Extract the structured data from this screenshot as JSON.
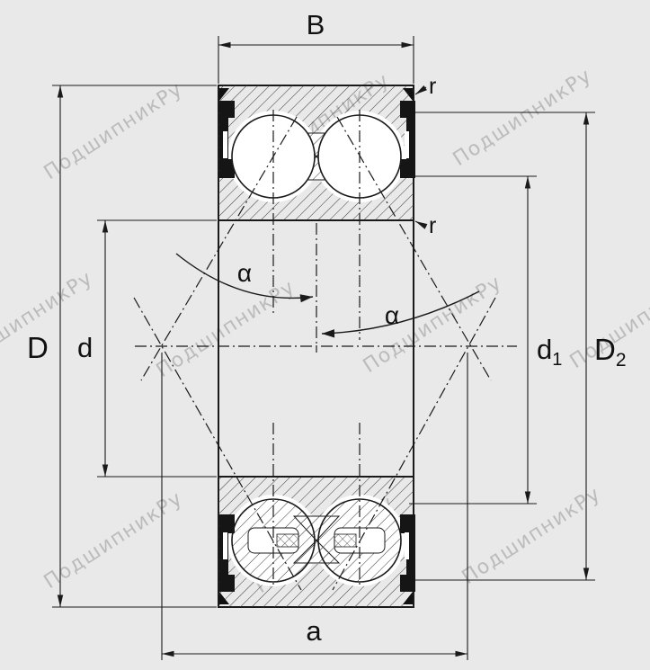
{
  "colors": {
    "background": "#e9e9e9",
    "line": "#1a1a1a",
    "watermark": "#8f8f8f",
    "material": "#ffffff"
  },
  "watermark": {
    "text": "ПодшипникРу"
  },
  "labels": {
    "B": "B",
    "D": "D",
    "d": "d",
    "a": "a",
    "r_top": "r",
    "r_bottom": "r",
    "alpha_left": "α",
    "alpha_right": "α",
    "d1": {
      "base": "d",
      "sub": "1"
    },
    "D2": {
      "base": "D",
      "sub": "2"
    }
  }
}
